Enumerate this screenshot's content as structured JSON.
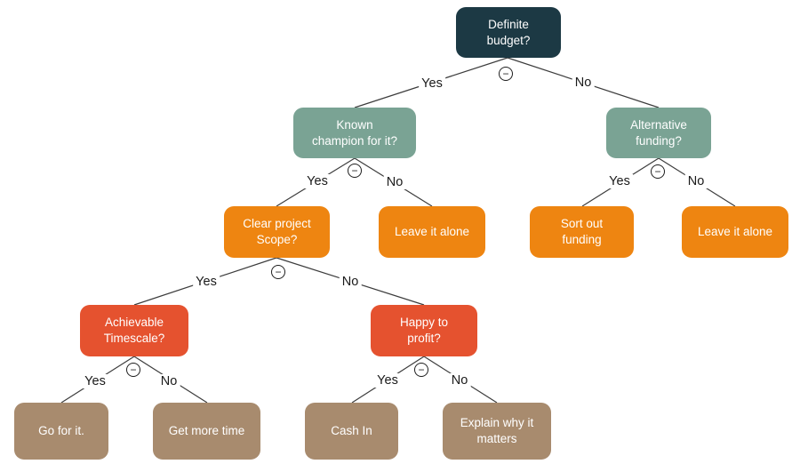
{
  "diagram": {
    "type": "decision-tree",
    "colors": {
      "root_node": "#1c3944",
      "question_node": "#7aa394",
      "branch_node": "#ee8511",
      "decision_node": "#e5522f",
      "outcome_node": "#a88b6e",
      "edge_line": "#3c3c3c",
      "node_text": "#ffffff",
      "edge_label_text": "#1a1a1a",
      "background": "#ffffff"
    },
    "icons": {
      "collapse": "−",
      "collapse_name": "collapse-minus-icon"
    },
    "nodes": [
      {
        "id": "definite-budget",
        "label": "Definite\nbudget?",
        "color": "#1c3944"
      },
      {
        "id": "known-champion",
        "label": "Known\nchampion for it?",
        "color": "#7aa394"
      },
      {
        "id": "alternative-funding",
        "label": "Alternative\nfunding?",
        "color": "#7aa394"
      },
      {
        "id": "clear-project-scope",
        "label": "Clear project\nScope?",
        "color": "#ee8511"
      },
      {
        "id": "leave-it-alone-left",
        "label": "Leave it alone",
        "color": "#ee8511"
      },
      {
        "id": "sort-out-funding",
        "label": "Sort out\nfunding",
        "color": "#ee8511"
      },
      {
        "id": "leave-it-alone-right",
        "label": "Leave it alone",
        "color": "#ee8511"
      },
      {
        "id": "achievable-timescale",
        "label": "Achievable\nTimescale?",
        "color": "#e5522f"
      },
      {
        "id": "happy-to-profit",
        "label": "Happy to\nprofit?",
        "color": "#e5522f"
      },
      {
        "id": "go-for-it",
        "label": "Go for it.",
        "color": "#a88b6e"
      },
      {
        "id": "get-more-time",
        "label": "Get more time",
        "color": "#a88b6e"
      },
      {
        "id": "cash-in",
        "label": "Cash In",
        "color": "#a88b6e"
      },
      {
        "id": "explain-why-matters",
        "label": "Explain why it\nmatters",
        "color": "#a88b6e"
      }
    ],
    "edges": [
      {
        "from": "definite-budget",
        "to": "known-champion",
        "label": "Yes"
      },
      {
        "from": "definite-budget",
        "to": "alternative-funding",
        "label": "No"
      },
      {
        "from": "known-champion",
        "to": "clear-project-scope",
        "label": "Yes"
      },
      {
        "from": "known-champion",
        "to": "leave-it-alone-left",
        "label": "No"
      },
      {
        "from": "alternative-funding",
        "to": "sort-out-funding",
        "label": "Yes"
      },
      {
        "from": "alternative-funding",
        "to": "leave-it-alone-right",
        "label": "No"
      },
      {
        "from": "clear-project-scope",
        "to": "achievable-timescale",
        "label": "Yes"
      },
      {
        "from": "clear-project-scope",
        "to": "happy-to-profit",
        "label": "No"
      },
      {
        "from": "achievable-timescale",
        "to": "go-for-it",
        "label": "Yes"
      },
      {
        "from": "achievable-timescale",
        "to": "get-more-time",
        "label": "No"
      },
      {
        "from": "happy-to-profit",
        "to": "cash-in",
        "label": "Yes"
      },
      {
        "from": "happy-to-profit",
        "to": "explain-why-matters",
        "label": "No"
      }
    ]
  }
}
